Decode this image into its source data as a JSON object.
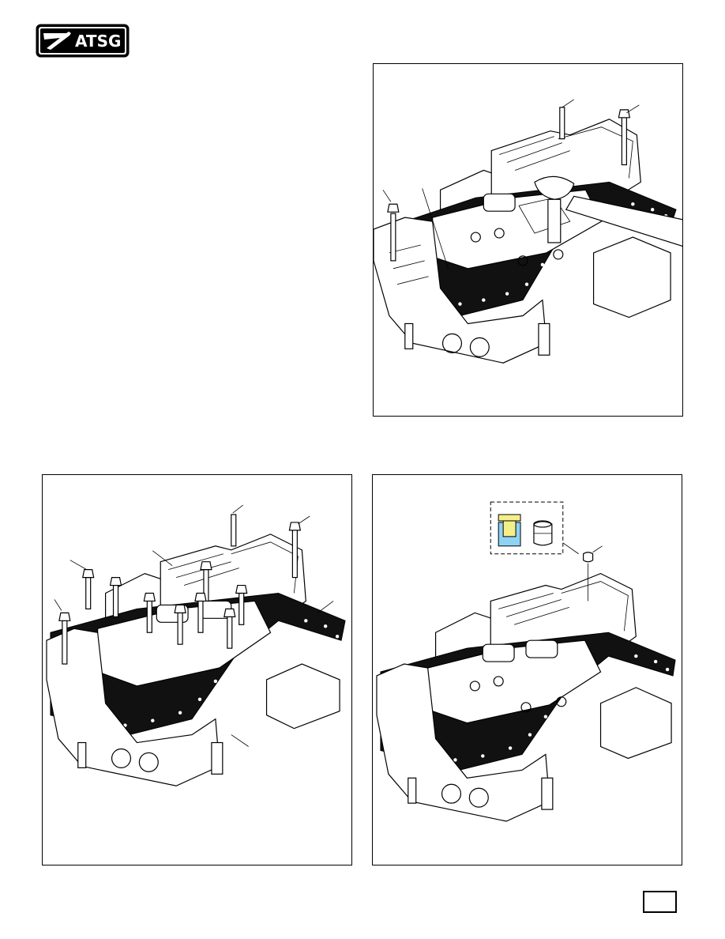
{
  "logo": {
    "text": "ATSG",
    "icon": "atsg-swoosh-icon"
  },
  "figures": [
    {
      "id": "top-right",
      "subject": "valve-body-torque-wrench-illustration"
    },
    {
      "id": "bottom-left",
      "subject": "valve-body-bolt-installation-illustration"
    },
    {
      "id": "bottom-right",
      "subject": "valve-body-check-valve-illustration"
    }
  ],
  "page_number": "",
  "colors": {
    "ink": "#000000",
    "gasket": "#111111",
    "inset_highlight": "#8fd3f4",
    "inset_cap": "#f5ef8a"
  }
}
